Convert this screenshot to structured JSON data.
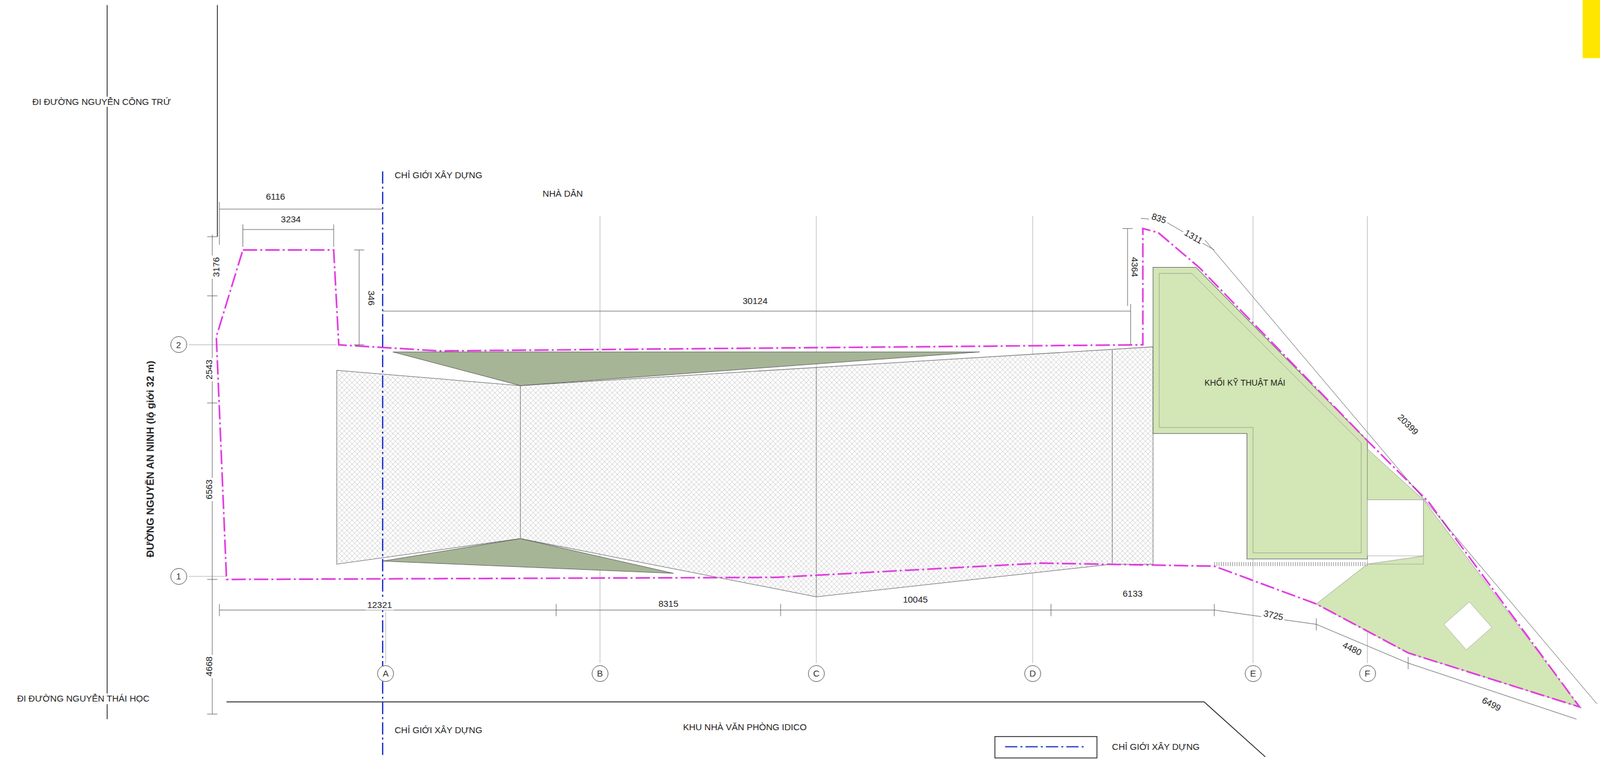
{
  "diagram": {
    "nodes": [
      {
        "text": [
          "2"
        ]
      },
      {
        "text": [
          "1"
        ]
      },
      {
        "text": [
          "A"
        ]
      },
      {
        "text": [
          "B"
        ]
      },
      {
        "text": [
          "C"
        ]
      },
      {
        "text": [
          "D"
        ]
      },
      {
        "text": [
          "E"
        ]
      },
      {
        "text": [
          "F"
        ]
      }
    ],
    "labels": [
      "ĐI ĐƯỜNG NGUYỄN CÔNG TRỨ",
      "CHỈ GIỚI XÂY DỰNG",
      "NHÀ DÂN",
      "6116",
      "3234",
      "3176",
      "346",
      "30124",
      "835",
      "1311",
      "4364",
      "2543",
      "ĐƯỜNG NGUYỄN AN NINH (lộ giới 32 m)",
      "KHỐI KỸ THUẬT MÁI",
      "20399",
      "6563",
      "12321",
      "8315",
      "10045",
      "6133",
      "3725",
      "4480",
      "6499",
      "4668",
      "ĐI ĐƯỜNG NGUYỄN THÁI HỌC",
      "CHỈ GIỚI XÂY DỰNG",
      "KHU NHÀ VĂN PHÒNG IDICO"
    ],
    "legend": [
      {
        "text": "CHỈ GIỚI XÂY DỰNG"
      }
    ]
  }
}
